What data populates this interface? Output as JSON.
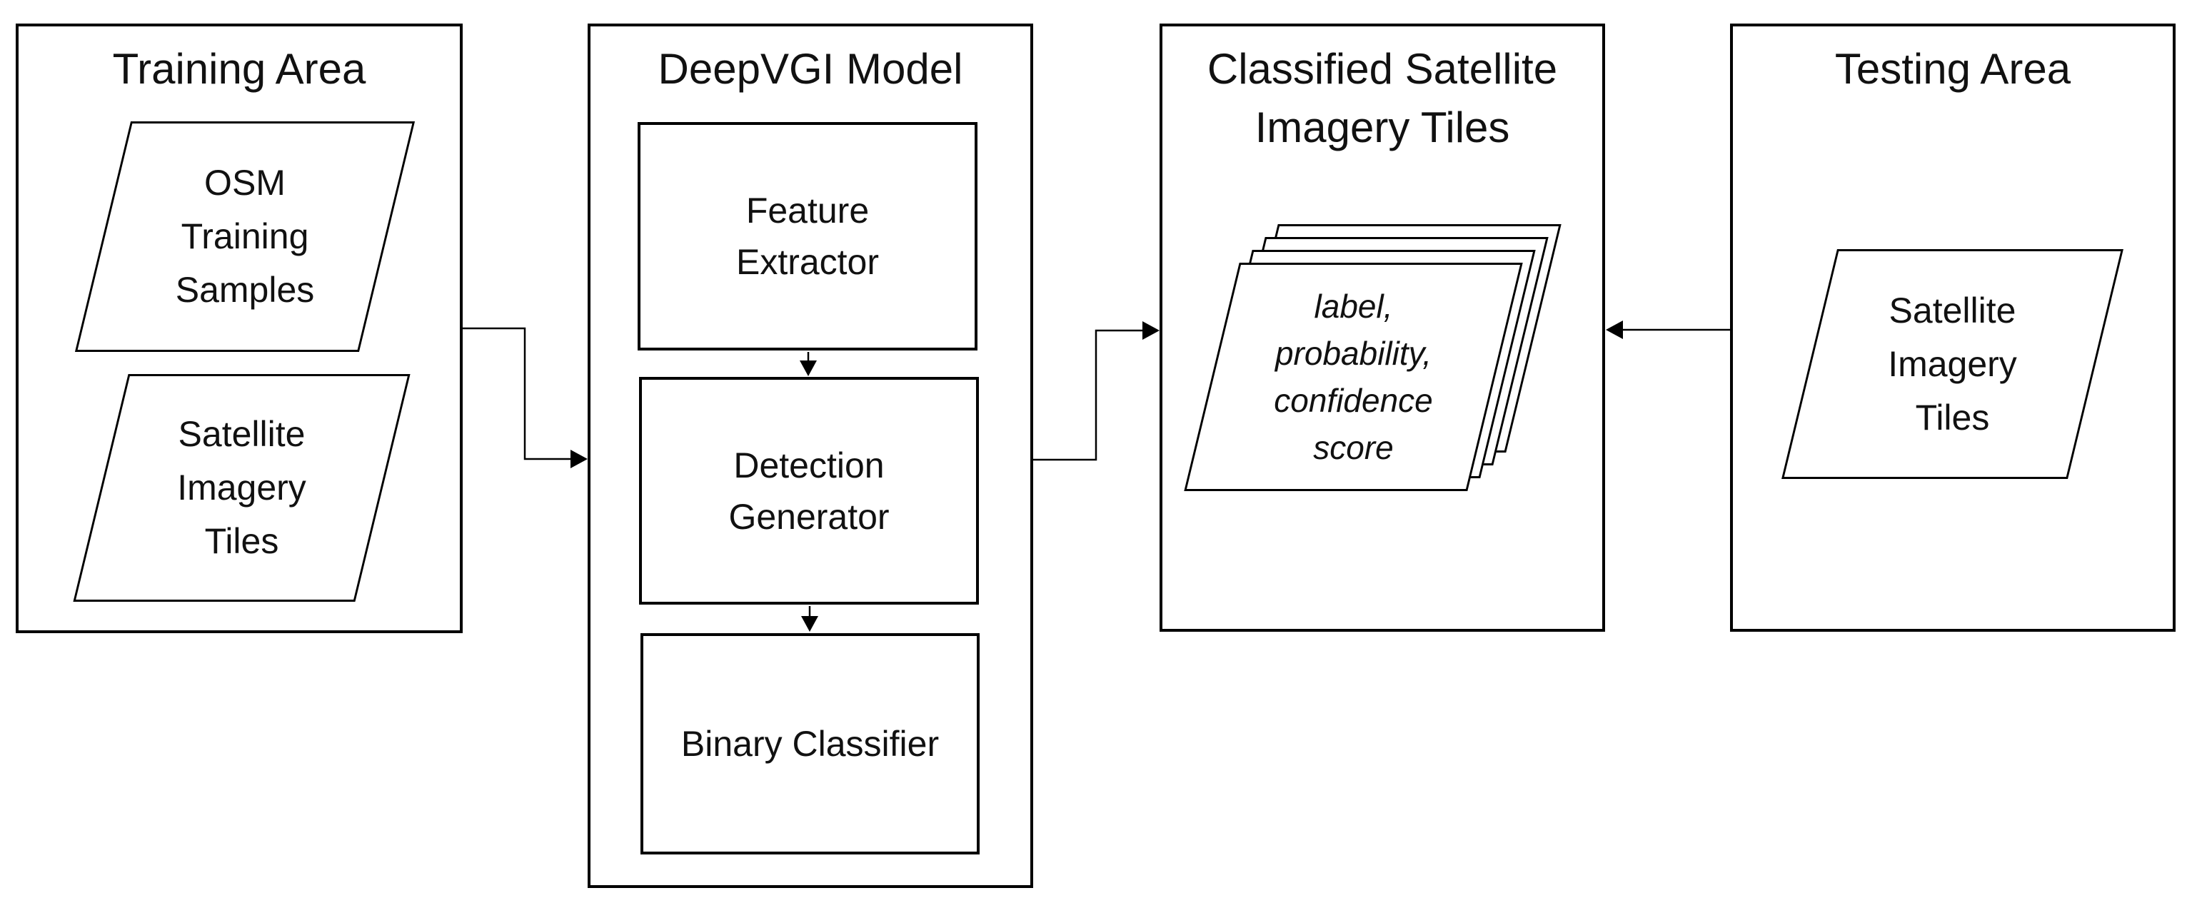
{
  "canvas": {
    "background_color": "#ffffff",
    "stroke_color": "#000000",
    "text_color": "#111111"
  },
  "training_area": {
    "title": "Training Area",
    "items": [
      {
        "label": "OSM\nTraining\nSamples"
      },
      {
        "label": "Satellite\nImagery\nTiles"
      }
    ]
  },
  "deepvgi_model": {
    "title": "DeepVGI Model",
    "stages": [
      {
        "label": "Feature\nExtractor"
      },
      {
        "label": "Detection\nGenerator"
      },
      {
        "label": "Binary Classifier"
      }
    ]
  },
  "classified_tiles": {
    "title": "Classified Satellite\nImagery Tiles",
    "stack_count": 4,
    "stack_label": "label,\nprobability,\nconfidence\nscore"
  },
  "testing_area": {
    "title": "Testing Area",
    "items": [
      {
        "label": "Satellite\nImagery\nTiles"
      }
    ]
  }
}
